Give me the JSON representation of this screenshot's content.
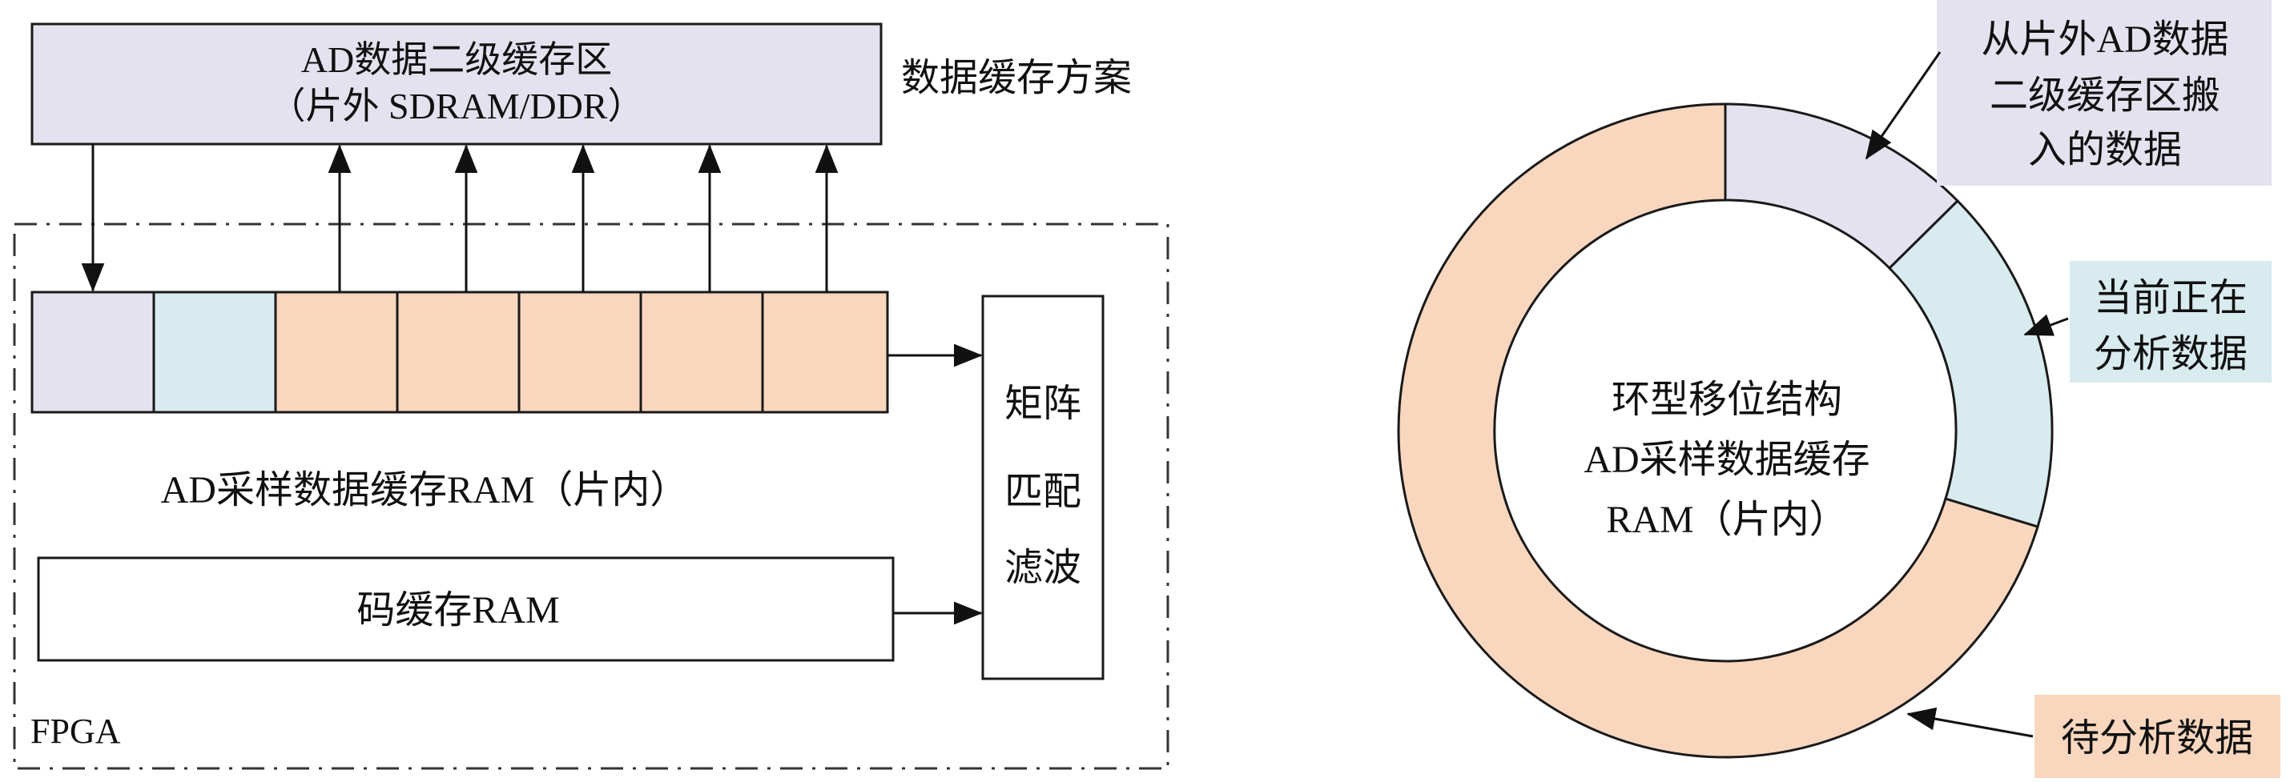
{
  "colors": {
    "lavender": "#E4E2EE",
    "lightblue": "#D8EBEF",
    "peach": "#F8D7BE",
    "stroke": "#1a1a1a"
  },
  "left": {
    "sdram_title_line1": "AD数据二级缓存区",
    "sdram_title_line2": "（片外 SDRAM/DDR）",
    "scheme_label": "数据缓存方案",
    "ad_ram_label": "AD采样数据缓存RAM（片内）",
    "code_ram_label": "码缓存RAM",
    "fpga_label": "FPGA",
    "matched_filter_lines": [
      "矩阵",
      "匹配",
      "滤波"
    ],
    "ad_ram_cells": [
      "lavender",
      "lightblue",
      "peach",
      "peach",
      "peach",
      "peach",
      "peach"
    ]
  },
  "right": {
    "ring_center_lines": [
      "环型移位结构",
      "AD采样数据缓存",
      "RAM（片内）"
    ],
    "callout_top_lines": [
      "从片外AD数据",
      "二级缓存区搬",
      "入的数据"
    ],
    "callout_mid_lines": [
      "当前正在",
      "分析数据"
    ],
    "callout_bottom_label": "待分析数据"
  }
}
